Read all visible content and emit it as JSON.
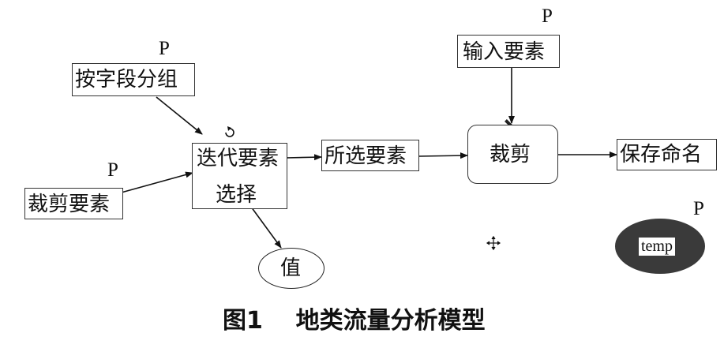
{
  "nodes": {
    "group_by_field": "按字段分组",
    "clip_features": "裁剪要素",
    "iterate_select_line1": "迭代要素",
    "iterate_select_line2": "选择",
    "selected_features": "所选要素",
    "input_features": "输入要素",
    "clip": "裁剪",
    "save_name": "保存命名",
    "value": "值",
    "temp": "temp"
  },
  "param_marker": "P",
  "caption": "图1    地类流量分析模型",
  "colors": {
    "line": "#111111",
    "box_border": "#333333",
    "temp_fill": "#3a3a3a",
    "temp_label_bg": "#ffffff"
  }
}
